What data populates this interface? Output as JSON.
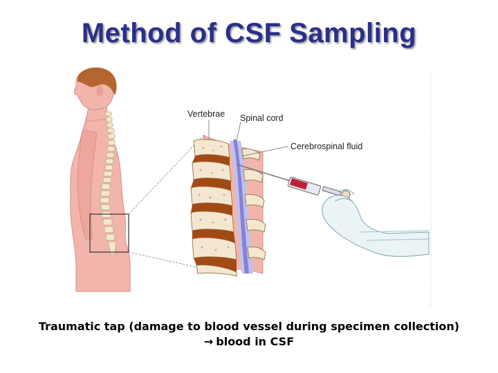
{
  "title": "Method of CSF Sampling",
  "labels": {
    "vertebrae": "Vertebrae",
    "spinal_cord": "Spinal cord",
    "csf": "Cerebrospinal fluid"
  },
  "caption": {
    "line1": "Traumatic tap (damage to blood vessel during specimen collection)",
    "arrow": "→",
    "line2": "blood in CSF"
  },
  "colors": {
    "title": "#2a2f8a",
    "skin": "#f2b5ac",
    "hair": "#b5652f",
    "bone": "#f3e7cf",
    "disc": "#a24a16",
    "cord": "#8a7fd6",
    "syringe_blood": "#c0203a"
  }
}
